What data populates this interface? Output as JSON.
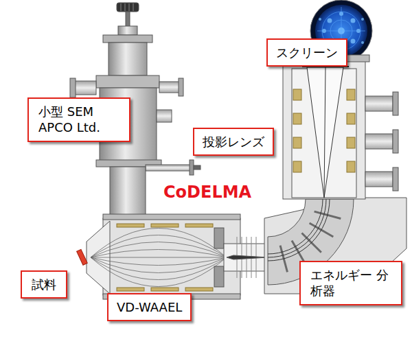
{
  "diagram": {
    "nodes": [
      {
        "text": [
          "スクリーン"
        ]
      },
      {
        "text": [
          "小型 SEM APCO Ltd."
        ]
      },
      {
        "text": [
          "投影レンズ"
        ]
      },
      {
        "text": [
          "試料"
        ]
      },
      {
        "text": [
          "VD-WAAEL"
        ]
      },
      {
        "text": [
          "エネルギー 分析器"
        ]
      }
    ],
    "labels": [
      "CoDELMA"
    ]
  }
}
